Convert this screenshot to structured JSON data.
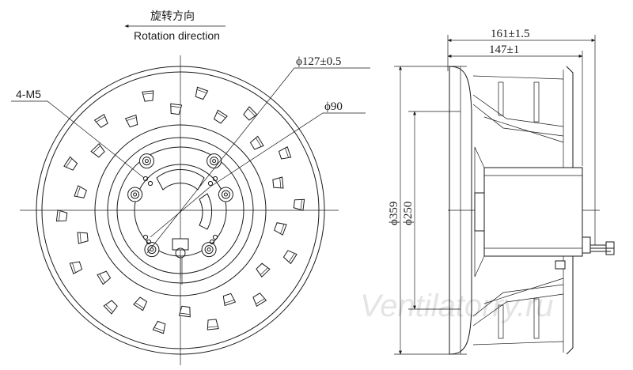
{
  "rotation": {
    "label_cn": "旋转方向",
    "label_en": "Rotation direction"
  },
  "front_view": {
    "thread_label": "4-M5",
    "dia_outer_circle": "ϕ127±0.5",
    "dia_inner_circle": "ϕ90"
  },
  "side_view": {
    "length_total": "161±1.5",
    "length_body": "147±1",
    "dia_impeller": "ϕ359",
    "dia_inlet": "ϕ250"
  },
  "watermark": "Ventilatorry.ru",
  "colors": {
    "line": "#1a1a1a",
    "watermark": "#e4e4e4"
  }
}
